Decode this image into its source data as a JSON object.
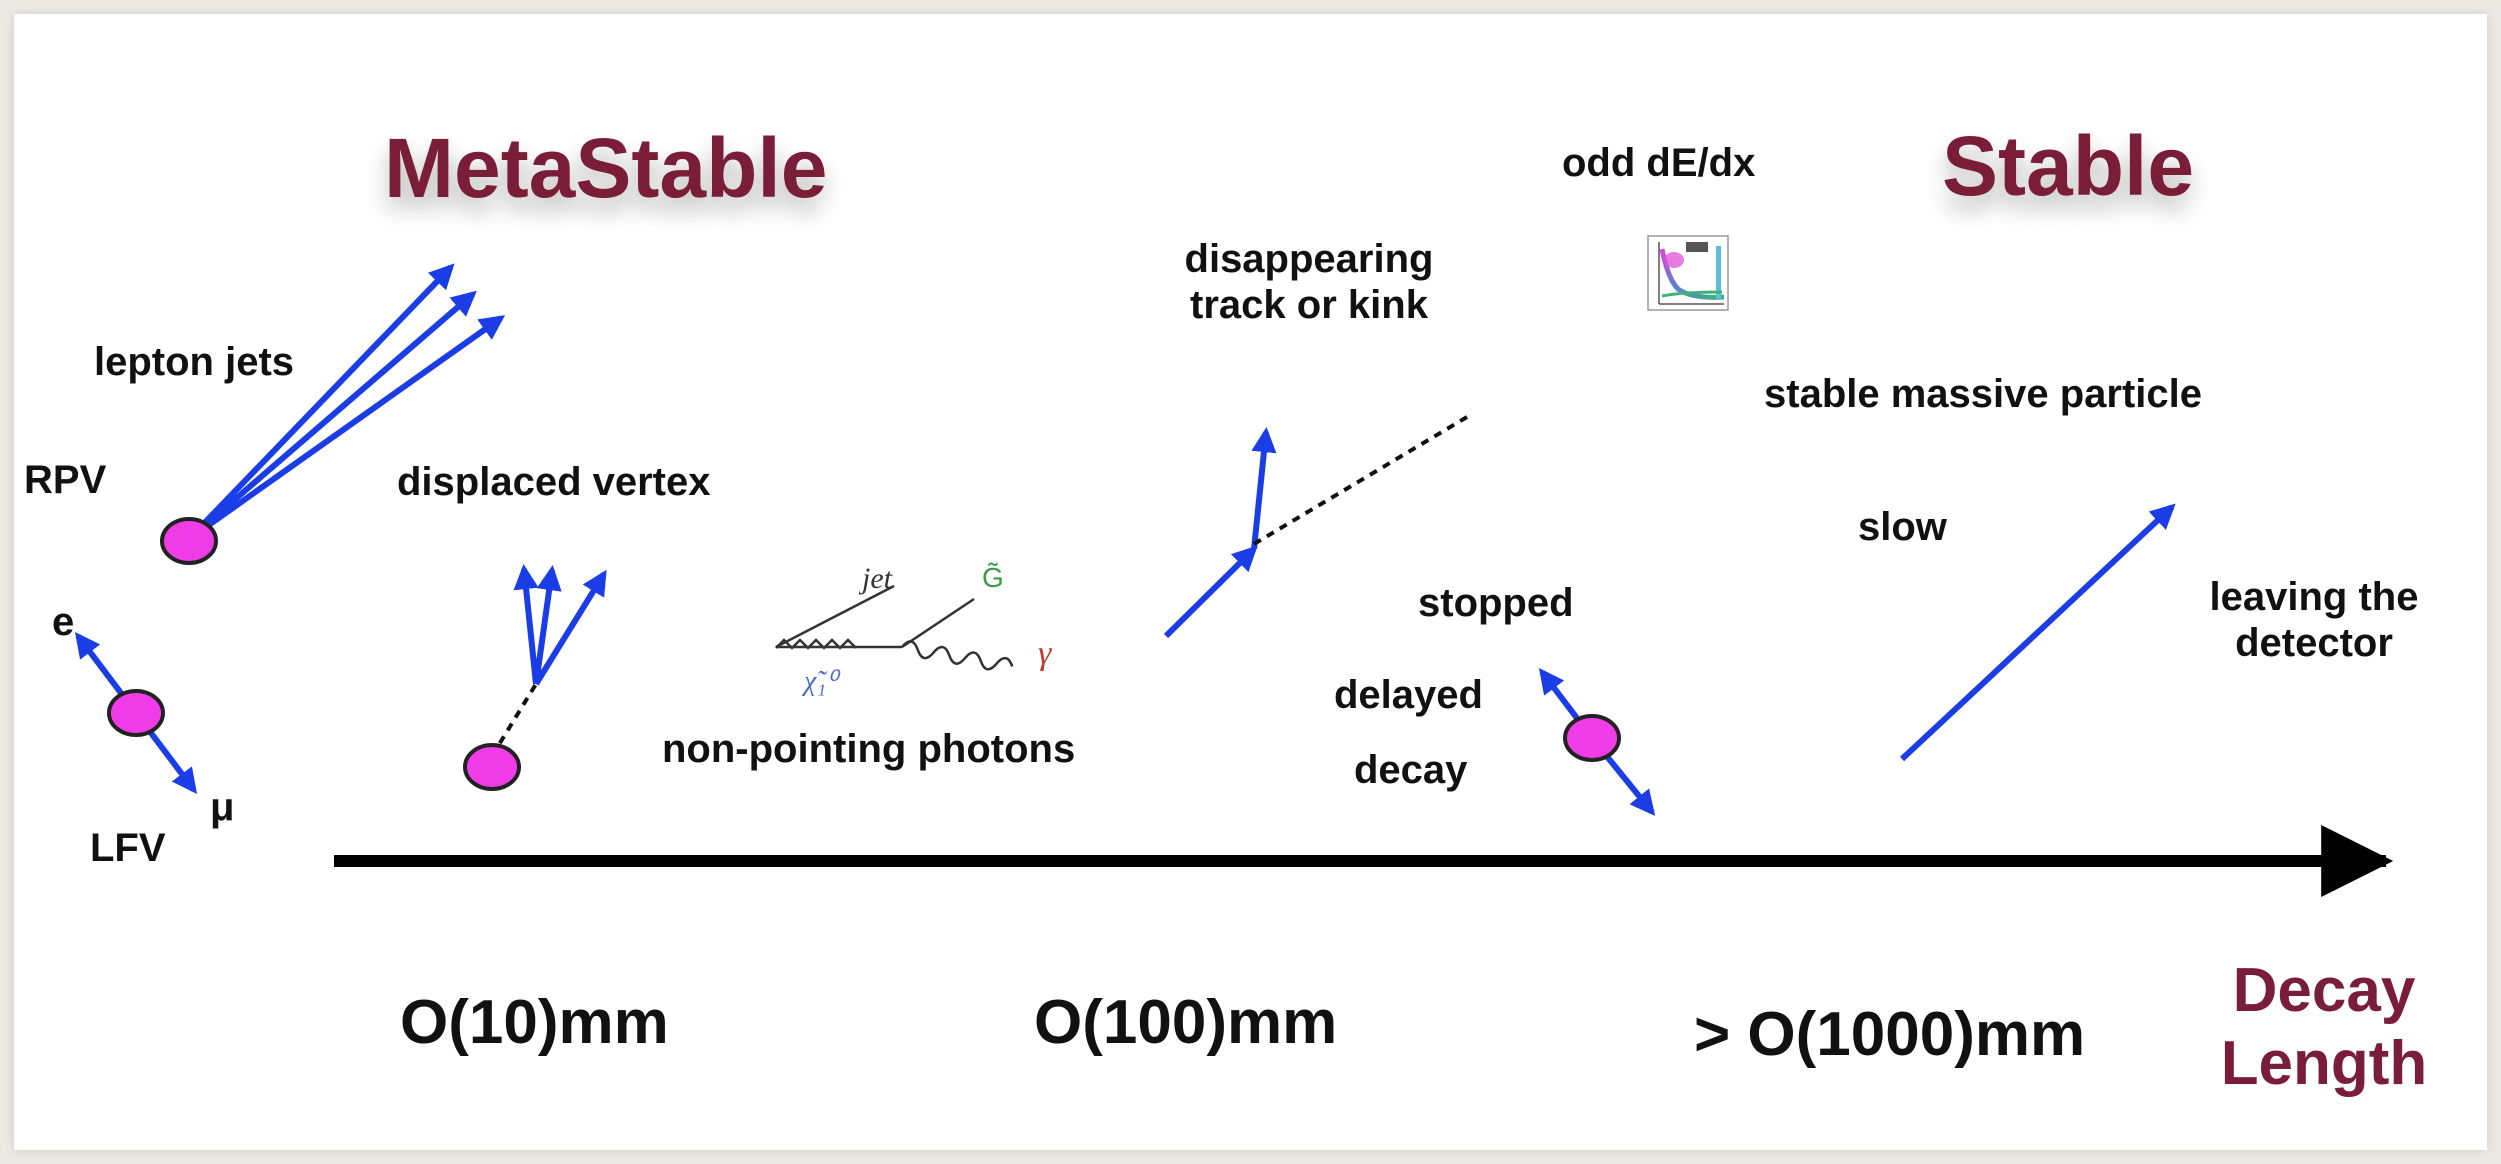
{
  "colors": {
    "heading": "#7a1d3a",
    "arrow": "#1a3de6",
    "particle": "#f03ce6",
    "axis": "#000000",
    "text": "#111111"
  },
  "headings": {
    "metastable": "MetaStable",
    "stable": "Stable"
  },
  "labels": {
    "lepton_jets": "lepton jets",
    "rpv": "RPV",
    "e": "e",
    "mu": "μ",
    "lfv": "LFV",
    "displaced_vertex": "displaced vertex",
    "non_pointing_photons": "non-pointing photons",
    "disappearing_track_line1": "disappearing",
    "disappearing_track_line2": "track or kink",
    "odd_dedx": "odd dE/dx",
    "stopped": "stopped",
    "delayed": "delayed",
    "decay": "decay",
    "stable_massive_particle": "stable massive particle",
    "slow": "slow",
    "leaving_line1": "leaving the",
    "leaving_line2": "detector"
  },
  "feynman": {
    "jet": "jet",
    "gravitino": "G̃",
    "gamma": "γ",
    "neutralino": "χ̃₁⁰"
  },
  "axis": {
    "ticks": [
      "O(10)mm",
      "O(100)mm",
      "> O(1000)mm"
    ],
    "title_line1": "Decay",
    "title_line2": "Length"
  }
}
